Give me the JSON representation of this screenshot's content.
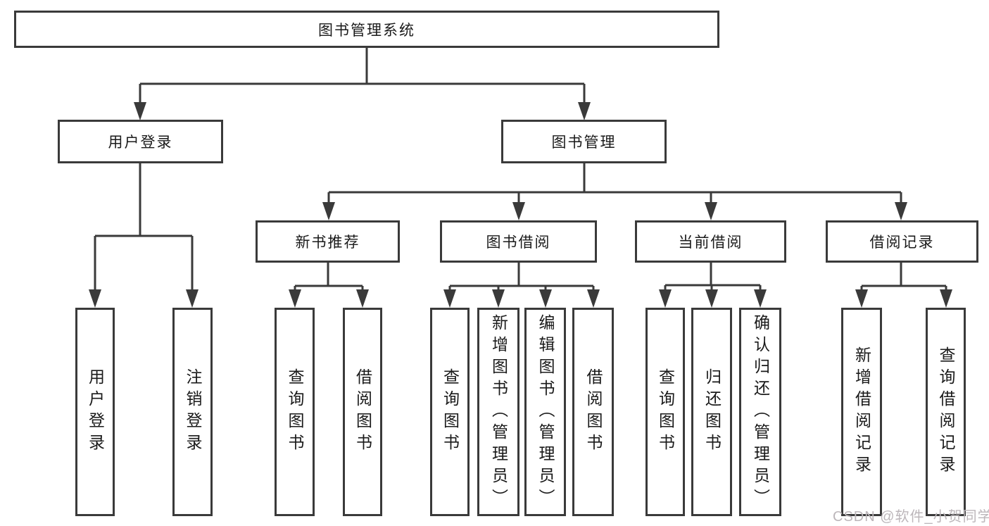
{
  "diagram": {
    "root": {
      "label": "图书管理系统"
    },
    "branches": [
      {
        "label": "用户登录",
        "children": [
          {
            "label": "用户登录"
          },
          {
            "label": "注销登录"
          }
        ]
      },
      {
        "label": "图书管理",
        "children": [
          {
            "label": "新书推荐",
            "children": [
              {
                "label": "查询图书"
              },
              {
                "label": "借阅图书"
              }
            ]
          },
          {
            "label": "图书借阅",
            "children": [
              {
                "label": "查询图书"
              },
              {
                "label": "新增图书（管理员）"
              },
              {
                "label": "编辑图书（管理员）"
              },
              {
                "label": "借阅图书"
              }
            ]
          },
          {
            "label": "当前借阅",
            "children": [
              {
                "label": "查询图书"
              },
              {
                "label": "归还图书"
              },
              {
                "label": "确认归还（管理员）"
              }
            ]
          },
          {
            "label": "借阅记录",
            "children": [
              {
                "label": "新增借阅记录"
              },
              {
                "label": "查询借阅记录"
              }
            ]
          }
        ]
      }
    ]
  },
  "watermark": {
    "text": "CSDN @软件_小贺同学"
  },
  "colors": {
    "line": "#3a3a3a",
    "text": "#1a1a1a",
    "watermark": "#bcb6ba",
    "background": "#ffffff"
  }
}
